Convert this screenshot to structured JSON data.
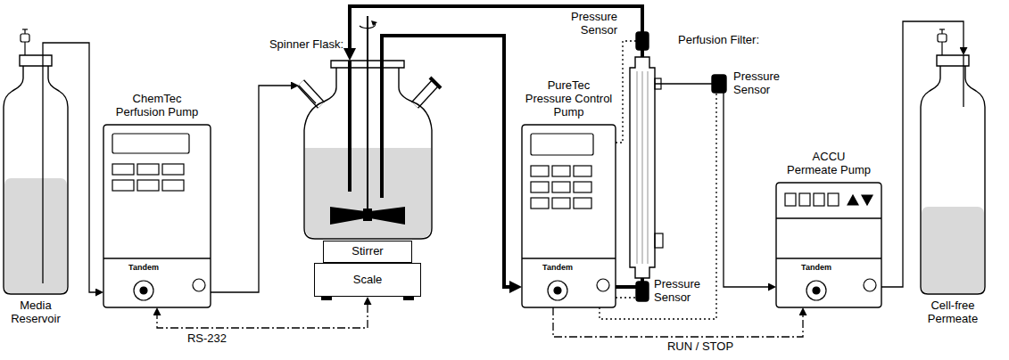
{
  "diagram": {
    "nodes": [
      {
        "text": [
          "Media Reservoir"
        ]
      },
      {
        "text": [
          "ChemTec Perfusion Pump",
          "Tandem"
        ]
      },
      {
        "text": [
          "Spinner Flask:"
        ]
      },
      {
        "text": [
          "Stirrer"
        ]
      },
      {
        "text": [
          "Scale"
        ]
      },
      {
        "text": [
          "Pressure Sensor"
        ]
      },
      {
        "text": [
          "Perfusion Filter:"
        ]
      },
      {
        "text": [
          "PureTec Pressure Control Pump",
          "Tandem"
        ]
      },
      {
        "text": [
          "Pressure Sensor"
        ]
      },
      {
        "text": [
          "Pressure Sensor"
        ]
      },
      {
        "text": [
          "ACCU Permeate Pump",
          "Tandem"
        ]
      },
      {
        "text": [
          "Cell-free Permeate"
        ]
      }
    ],
    "edges": [
      {
        "from": 0,
        "to": 1,
        "arrow": "to"
      },
      {
        "from": 1,
        "to": 2,
        "arrow": "to"
      },
      {
        "from": 2,
        "to": 7,
        "arrow": "to"
      },
      {
        "from": 7,
        "to": 9,
        "arrow": "none"
      },
      {
        "from": 9,
        "to": 6,
        "arrow": "none"
      },
      {
        "from": 6,
        "to": 5,
        "arrow": "none"
      },
      {
        "from": 5,
        "to": 2,
        "arrow": "to"
      },
      {
        "from": 6,
        "to": 8,
        "arrow": "none"
      },
      {
        "from": 8,
        "to": 10,
        "arrow": "to"
      },
      {
        "from": 10,
        "to": 11,
        "arrow": "to"
      },
      {
        "from": 1,
        "to": 4,
        "label": "RS-232",
        "arrow": "both"
      },
      {
        "from": 7,
        "to": 10,
        "label": "RUN / STOP",
        "arrow": "to"
      },
      {
        "from": 7,
        "to": 5,
        "arrow": "none"
      },
      {
        "from": 7,
        "to": 9,
        "arrow": "none"
      },
      {
        "from": 7,
        "to": 8,
        "arrow": "none"
      }
    ]
  }
}
